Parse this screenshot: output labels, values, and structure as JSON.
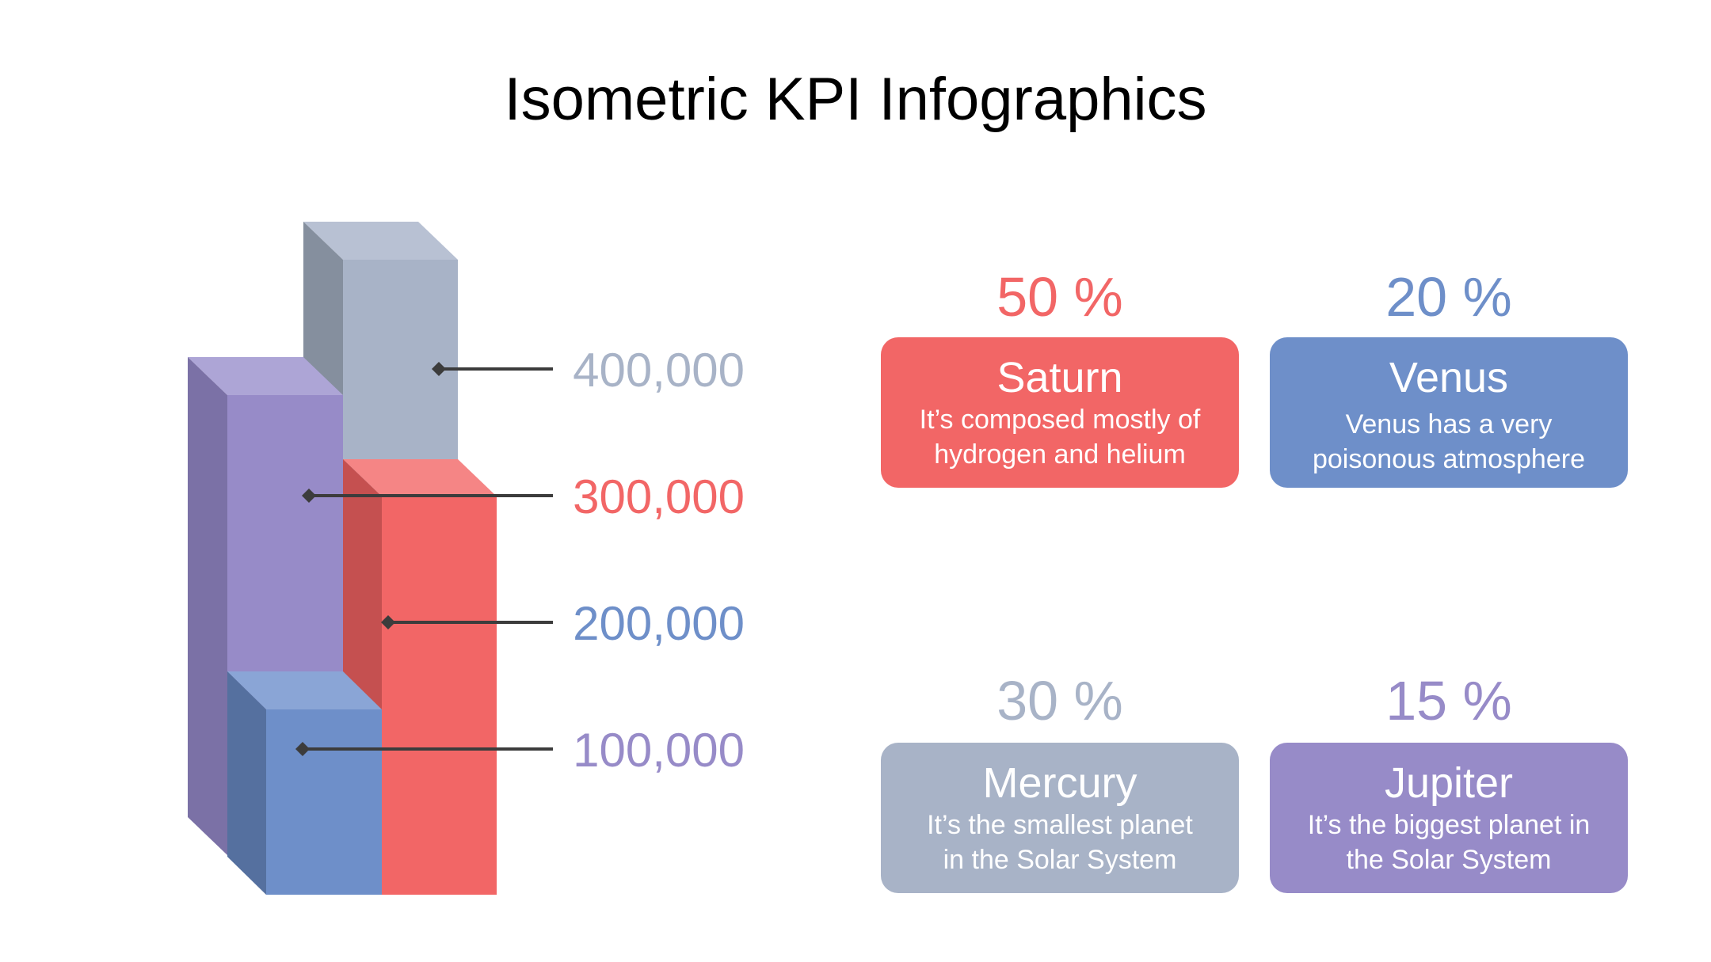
{
  "title": "Isometric KPI Infographics",
  "colors": {
    "gray": "#a8b3c7",
    "red": "#f26666",
    "blue": "#6e8fc9",
    "purple": "#978bc8",
    "leader": "#3c3c3c"
  },
  "chart_data": {
    "type": "bar",
    "title": "Isometric KPI Infographics",
    "values": [
      400000,
      300000,
      200000,
      100000
    ],
    "labels": [
      "400,000",
      "300,000",
      "200,000",
      "100,000"
    ],
    "label_colors": [
      "#a8b3c7",
      "#f26666",
      "#6e8fc9",
      "#978bc8"
    ]
  },
  "kpis": [
    {
      "percent": "50 %",
      "name": "Saturn",
      "desc1": "It’s composed mostly of",
      "desc2": "hydrogen and helium",
      "color": "#f26666"
    },
    {
      "percent": "20 %",
      "name": "Venus",
      "desc1": "Venus has a very",
      "desc2": "poisonous atmosphere",
      "color": "#6e8fc9"
    },
    {
      "percent": "30 %",
      "name": "Mercury",
      "desc1": "It’s the smallest planet",
      "desc2": "in the Solar System",
      "color": "#a8b3c7"
    },
    {
      "percent": "15 %",
      "name": "Jupiter",
      "desc1": "It’s the biggest planet in",
      "desc2": "the Solar System",
      "color": "#978bc8"
    }
  ]
}
